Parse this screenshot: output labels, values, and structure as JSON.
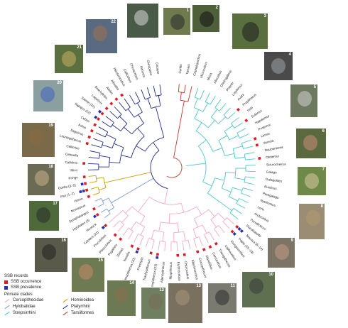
{
  "colors": {
    "cercopithecidae": "#f3a9c8",
    "hylobatidae": "#7f9ad1",
    "strepsirrhini": "#4fc6c6",
    "hominoidea": "#c8a000",
    "platyrrhini": "#1f2d8a",
    "tarsiiformes": "#c0392b",
    "ssb_occurrence": "#e01b24",
    "ssb_prevalence": "#1f33b3"
  },
  "photo_numbers": [
    "1",
    "2",
    "3",
    "4",
    "5",
    "6",
    "7",
    "8",
    "9",
    "10",
    "11",
    "12",
    "13",
    "14",
    "15",
    "16",
    "17",
    "18",
    "19",
    "20",
    "21",
    "22"
  ],
  "legend": {
    "ssb_title": "SSB records",
    "ssb_occurrence": "SSB occurrence",
    "ssb_prevalence": "SSB prevalence",
    "clades_title": "Primate clades",
    "clades": [
      "Cercopithecidae",
      "Hominoidea",
      "Hylobatidae",
      "Platyrrhini",
      "Strepsirrhini",
      "Tarsiiformes"
    ]
  },
  "tips": [
    {
      "label": "Carlito",
      "clade": "tarsiiformes",
      "ssb": []
    },
    {
      "label": "Tarsius",
      "clade": "tarsiiformes",
      "ssb": []
    },
    {
      "label": "Cephalopachus",
      "clade": "tarsiiformes",
      "ssb": []
    },
    {
      "label": "Microcebus",
      "clade": "strepsirrhini",
      "ssb": []
    },
    {
      "label": "Mirza",
      "clade": "strepsirrhini",
      "ssb": []
    },
    {
      "label": "Allocebus",
      "clade": "strepsirrhini",
      "ssb": []
    },
    {
      "label": "Cheirogaleus",
      "clade": "strepsirrhini",
      "ssb": []
    },
    {
      "label": "Phaner",
      "clade": "strepsirrhini",
      "ssb": []
    },
    {
      "label": "Lepilemur",
      "clade": "strepsirrhini",
      "ssb": []
    },
    {
      "label": "Avahi",
      "clade": "strepsirrhini",
      "ssb": []
    },
    {
      "label": "Propithecus",
      "clade": "strepsirrhini",
      "ssb": [
        "o"
      ]
    },
    {
      "label": "Indri",
      "clade": "strepsirrhini",
      "ssb": []
    },
    {
      "label": "Eulemur",
      "clade": "strepsirrhini",
      "ssb": [
        "o"
      ]
    },
    {
      "label": "Hapalemur",
      "clade": "strepsirrhini",
      "ssb": []
    },
    {
      "label": "Prolemur",
      "clade": "strepsirrhini",
      "ssb": []
    },
    {
      "label": "Lemur",
      "clade": "strepsirrhini",
      "ssb": [
        "o"
      ]
    },
    {
      "label": "Varecia",
      "clade": "strepsirrhini",
      "ssb": [
        "o"
      ]
    },
    {
      "label": "Daubentonia",
      "clade": "strepsirrhini",
      "ssb": []
    },
    {
      "label": "Otolemur",
      "clade": "strepsirrhini",
      "ssb": [
        "o"
      ]
    },
    {
      "label": "Sciurocheirus",
      "clade": "strepsirrhini",
      "ssb": []
    },
    {
      "label": "Galago",
      "clade": "strepsirrhini",
      "ssb": []
    },
    {
      "label": "Galagoides",
      "clade": "strepsirrhini",
      "ssb": []
    },
    {
      "label": "Euoticus",
      "clade": "strepsirrhini",
      "ssb": []
    },
    {
      "label": "Paragalago",
      "clade": "strepsirrhini",
      "ssb": []
    },
    {
      "label": "Nycticebus",
      "clade": "strepsirrhini",
      "ssb": []
    },
    {
      "label": "Loris",
      "clade": "strepsirrhini",
      "ssb": []
    },
    {
      "label": "Arctocebus",
      "clade": "strepsirrhini",
      "ssb": []
    },
    {
      "label": "Perodicticus",
      "clade": "strepsirrhini",
      "ssb": []
    },
    {
      "label": "Pseudopotto",
      "clade": "strepsirrhini",
      "ssb": []
    },
    {
      "label": "Macaca (6–14)",
      "clade": "cercopithecidae",
      "ssb": [
        "o",
        "p",
        "p"
      ]
    },
    {
      "label": "Papio (15–19)",
      "clade": "cercopithecidae",
      "ssb": [
        "o",
        "p"
      ]
    },
    {
      "label": "Rungwecebus",
      "clade": "cercopithecidae",
      "ssb": []
    },
    {
      "label": "Lophocebus",
      "clade": "cercopithecidae",
      "ssb": []
    },
    {
      "label": "Theropithecus",
      "clade": "cercopithecidae",
      "ssb": [
        "o"
      ]
    },
    {
      "label": "Cercocebus",
      "clade": "cercopithecidae",
      "ssb": [
        "o"
      ]
    },
    {
      "label": "Mandrillus",
      "clade": "cercopithecidae",
      "ssb": [
        "o"
      ]
    },
    {
      "label": "Cercopithecus",
      "clade": "cercopithecidae",
      "ssb": [
        "o"
      ]
    },
    {
      "label": "Allochrocebus",
      "clade": "cercopithecidae",
      "ssb": []
    },
    {
      "label": "Chlorocebus",
      "clade": "cercopithecidae",
      "ssb": [
        "o"
      ]
    },
    {
      "label": "Erythrocebus",
      "clade": "cercopithecidae",
      "ssb": [
        "o"
      ]
    },
    {
      "label": "Miopithecus",
      "clade": "cercopithecidae",
      "ssb": []
    },
    {
      "label": "Allenopithecus",
      "clade": "cercopithecidae",
      "ssb": []
    },
    {
      "label": "Semnopithecus (23)",
      "clade": "cercopithecidae",
      "ssb": [
        "o",
        "p"
      ]
    },
    {
      "label": "Trachypithecus",
      "clade": "cercopithecidae",
      "ssb": [
        "o"
      ]
    },
    {
      "label": "Presbytis",
      "clade": "cercopithecidae",
      "ssb": []
    },
    {
      "label": "Rhinopithecus (20)",
      "clade": "cercopithecidae",
      "ssb": [
        "o",
        "p"
      ]
    },
    {
      "label": "Nasalis",
      "clade": "cercopithecidae",
      "ssb": [
        "o"
      ]
    },
    {
      "label": "Simias",
      "clade": "cercopithecidae",
      "ssb": []
    },
    {
      "label": "Pygathrix",
      "clade": "cercopithecidae",
      "ssb": [
        "o"
      ]
    },
    {
      "label": "Piliocolobus",
      "clade": "cercopithecidae",
      "ssb": [
        "o"
      ]
    },
    {
      "label": "Procolobus",
      "clade": "cercopithecidae",
      "ssb": []
    },
    {
      "label": "Colobus (21)",
      "clade": "cercopithecidae",
      "ssb": [
        "o",
        "p"
      ]
    },
    {
      "label": "Hoolock",
      "clade": "hylobatidae",
      "ssb": []
    },
    {
      "label": "Hylobates (3)",
      "clade": "hylobatidae",
      "ssb": [
        "o",
        "p"
      ]
    },
    {
      "label": "Symphalangus",
      "clade": "hylobatidae",
      "ssb": [
        "o"
      ]
    },
    {
      "label": "Nomascus",
      "clade": "hylobatidae",
      "ssb": []
    },
    {
      "label": "Homo",
      "clade": "hominoidea",
      "ssb": [
        "o"
      ]
    },
    {
      "label": "Pan (1–2)",
      "clade": "hominoidea",
      "ssb": [
        "o",
        "p",
        "p"
      ]
    },
    {
      "label": "Gorilla (3–5)",
      "clade": "hominoidea",
      "ssb": [
        "o",
        "p"
      ]
    },
    {
      "label": "Pongo",
      "clade": "hominoidea",
      "ssb": [
        "o"
      ]
    },
    {
      "label": "Mico",
      "clade": "platyrrhini",
      "ssb": []
    },
    {
      "label": "Callithrix",
      "clade": "platyrrhini",
      "ssb": [
        "o"
      ]
    },
    {
      "label": "Cebuella",
      "clade": "platyrrhini",
      "ssb": []
    },
    {
      "label": "Callimico",
      "clade": "platyrrhini",
      "ssb": []
    },
    {
      "label": "Leontopithecus",
      "clade": "platyrrhini",
      "ssb": [
        "o"
      ]
    },
    {
      "label": "Saguinus",
      "clade": "platyrrhini",
      "ssb": [
        "o"
      ]
    },
    {
      "label": "Aotus",
      "clade": "platyrrhini",
      "ssb": [
        "o"
      ]
    },
    {
      "label": "Cebus",
      "clade": "platyrrhini",
      "ssb": [
        "o"
      ]
    },
    {
      "label": "Sapajus (22)",
      "clade": "platyrrhini",
      "ssb": [
        "o",
        "p"
      ]
    },
    {
      "label": "Saimiri (21)",
      "clade": "platyrrhini",
      "ssb": [
        "o",
        "p"
      ]
    },
    {
      "label": "Lagothrix",
      "clade": "platyrrhini",
      "ssb": [
        "o"
      ]
    },
    {
      "label": "Brachyteles",
      "clade": "platyrrhini",
      "ssb": [
        "o"
      ]
    },
    {
      "label": "Ateles",
      "clade": "platyrrhini",
      "ssb": [
        "o"
      ]
    },
    {
      "label": "Alouatta",
      "clade": "platyrrhini",
      "ssb": [
        "o"
      ]
    },
    {
      "label": "Plecturocebus",
      "clade": "platyrrhini",
      "ssb": []
    },
    {
      "label": "Callicebus",
      "clade": "platyrrhini",
      "ssb": []
    },
    {
      "label": "Cheracebus",
      "clade": "platyrrhini",
      "ssb": []
    },
    {
      "label": "Pithecia",
      "clade": "platyrrhini",
      "ssb": []
    },
    {
      "label": "Chiropotes",
      "clade": "platyrrhini",
      "ssb": []
    },
    {
      "label": "Cacajao",
      "clade": "platyrrhini",
      "ssb": []
    }
  ]
}
